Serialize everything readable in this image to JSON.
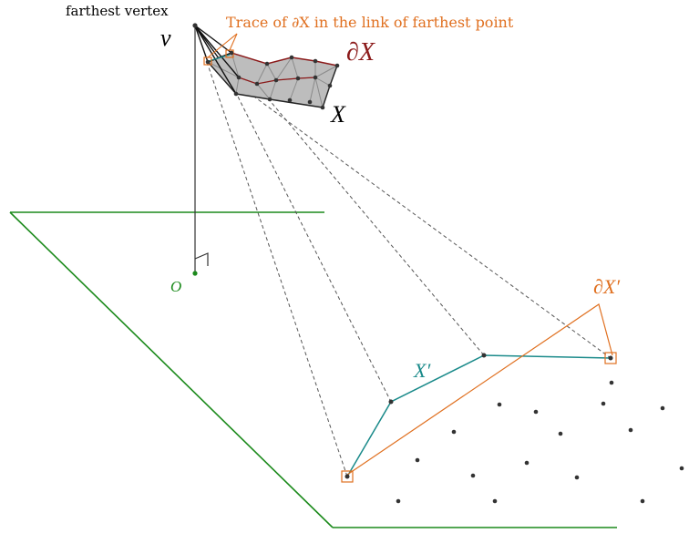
{
  "labels": {
    "farthest_vertex": "farthest vertex",
    "v": "v",
    "trace": "Trace of ∂X in the link of farthest point",
    "boundary_x": "∂X",
    "x": "X",
    "origin": "O",
    "x_prime": "X′",
    "boundary_x_prime": "∂X′"
  },
  "colors": {
    "plane": "#1b8a1b",
    "origin": "#1b8a1b",
    "trace": "#e07020",
    "boundary": "#8b1a1a",
    "x_prime": "#1a8a8a",
    "point": "#333333",
    "mesh_fill": "#bdbdbd",
    "dashed": "#555555",
    "text": "#000000"
  }
}
